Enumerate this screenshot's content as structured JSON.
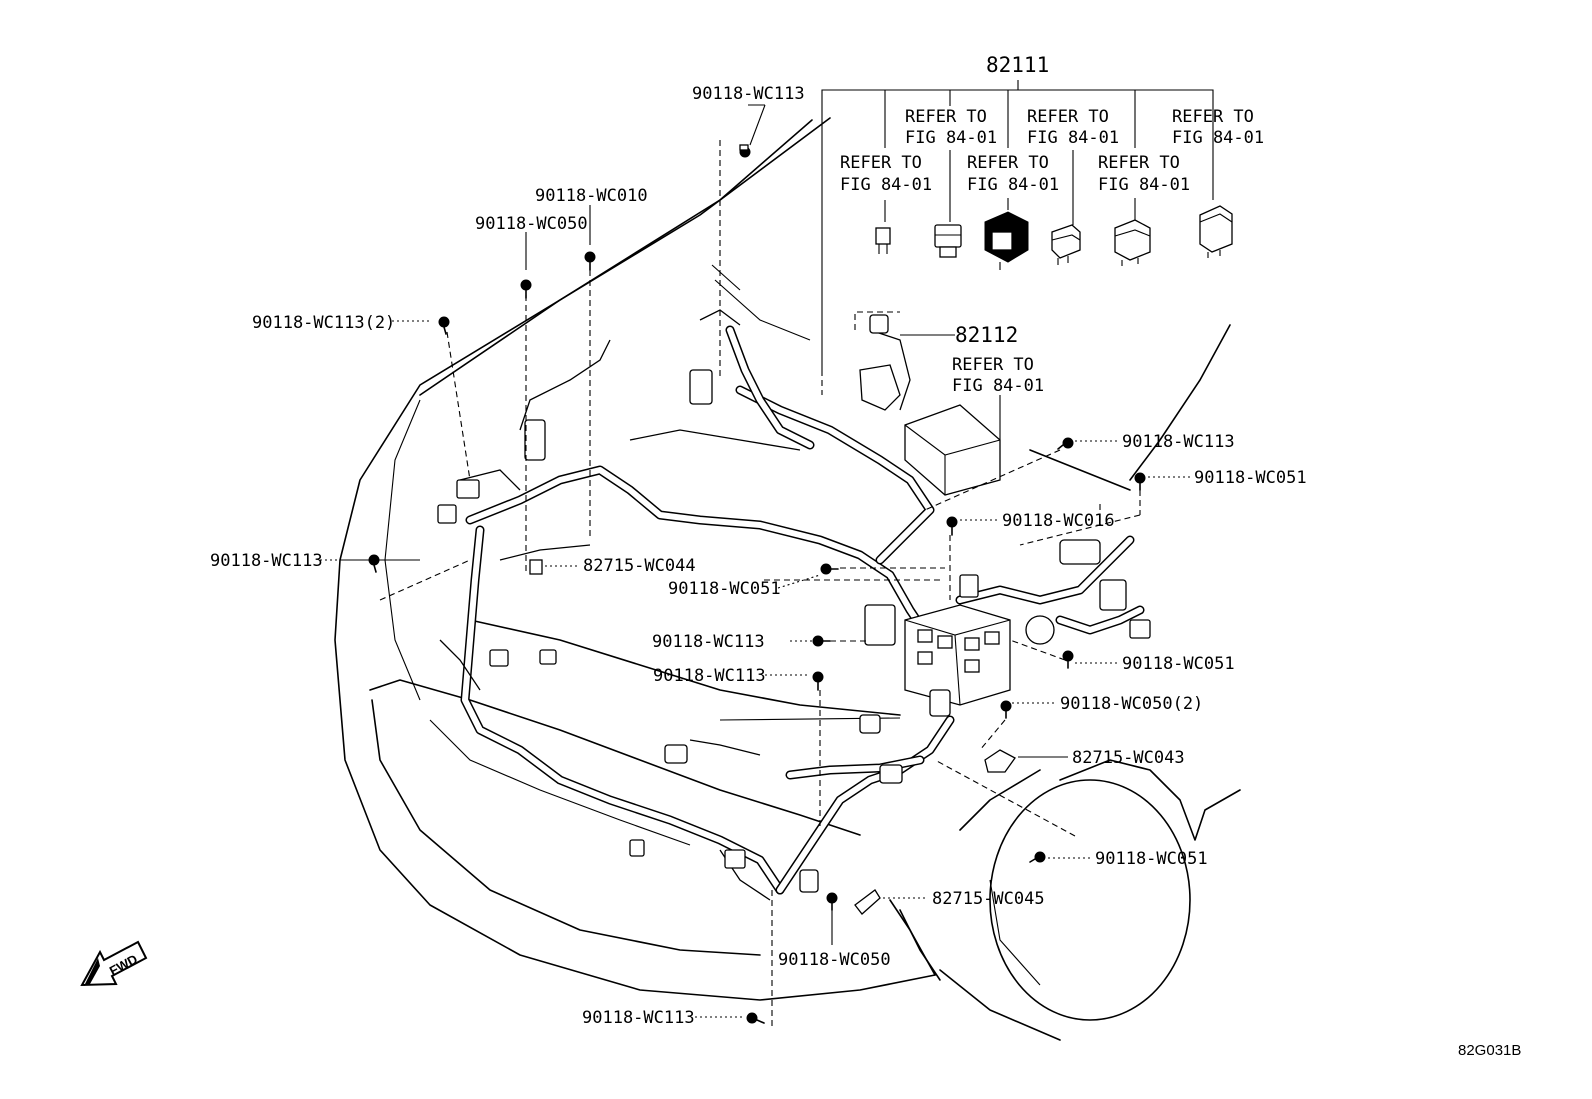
{
  "diagram": {
    "code": "82G031B",
    "fwd_label": "FWD",
    "main_part": "82111",
    "sub_part": "82112",
    "refer_to": "REFER TO",
    "fig_ref": "FIG 84-01",
    "labels": {
      "top_bolt": "90118-WC113",
      "bolt_wc010": "90118-WC010",
      "bolt_wc050_top": "90118-WC050",
      "bolt_wc113_2": "90118-WC113(2)",
      "bolt_left_wc113": "90118-WC113",
      "clamp_wc044": "82715-WC044",
      "bolt_wc051_mid": "90118-WC051",
      "bolt_wc113_mid1": "90118-WC113",
      "bolt_wc113_mid2": "90118-WC113",
      "bolt_right_wc113": "90118-WC113",
      "bolt_right_wc051_a": "90118-WC051",
      "bolt_wc016": "90118-WC016",
      "bolt_right_wc051_b": "90118-WC051",
      "bolt_wc050_2": "90118-WC050(2)",
      "clamp_wc043": "82715-WC043",
      "bolt_right_wc051_c": "90118-WC051",
      "clamp_wc045": "82715-WC045",
      "bolt_wc050_bottom": "90118-WC050",
      "bolt_bottom_wc113": "90118-WC113"
    }
  }
}
